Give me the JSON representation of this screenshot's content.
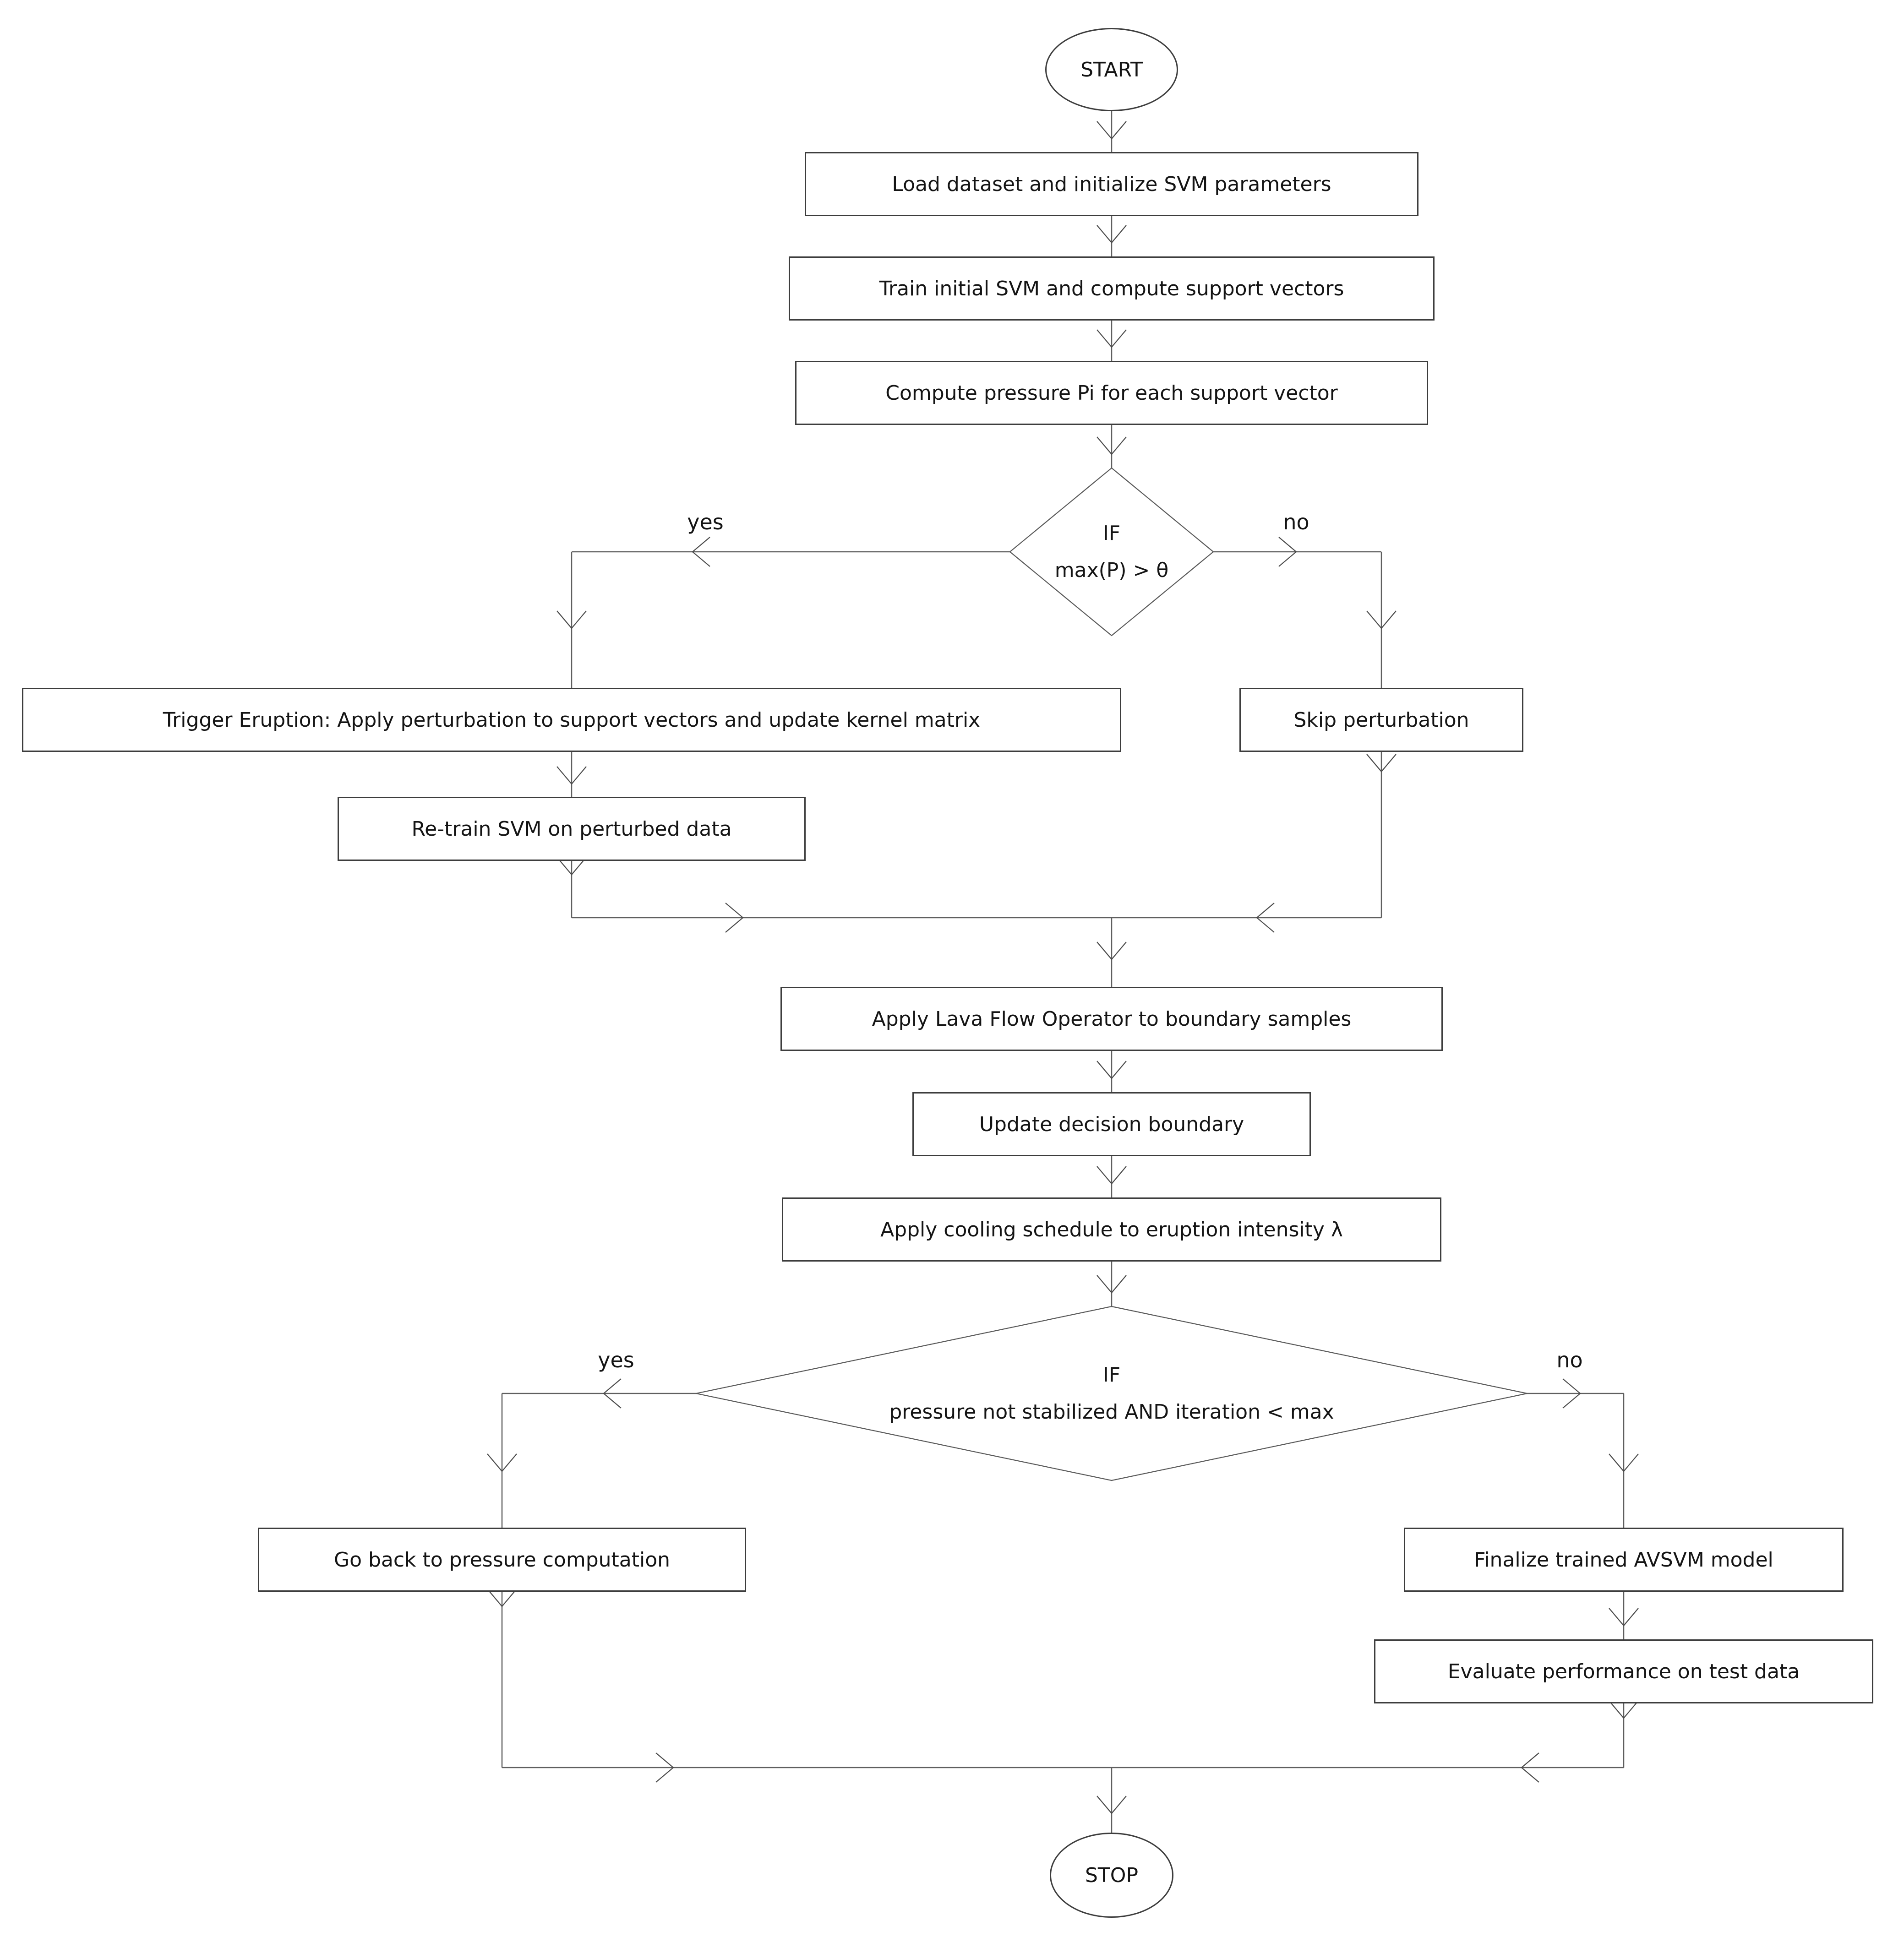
{
  "nodes": {
    "start": {
      "label": "START"
    },
    "load": {
      "label": "Load dataset and initialize SVM parameters"
    },
    "train": {
      "label": "Train initial SVM and compute support vectors"
    },
    "pressure": {
      "label": "Compute pressure Pi for each support vector"
    },
    "decision1": {
      "line1": "IF",
      "line2": "max(P) > θ"
    },
    "trigger": {
      "label": "Trigger Eruption: Apply perturbation to support vectors and update kernel matrix"
    },
    "skip": {
      "label": "Skip perturbation"
    },
    "retrain": {
      "label": "Re-train SVM on perturbed data"
    },
    "lava": {
      "label": "Apply Lava Flow Operator to boundary samples"
    },
    "update": {
      "label": "Update decision boundary"
    },
    "cooling": {
      "label": "Apply cooling schedule to eruption intensity λ"
    },
    "decision2": {
      "line1": "IF",
      "line2": "pressure not stabilized AND iteration < max"
    },
    "goback": {
      "label": "Go back to pressure computation"
    },
    "finalize": {
      "label": "Finalize trained AVSVM model"
    },
    "evaluate": {
      "label": "Evaluate performance on test data"
    },
    "stop": {
      "label": "STOP"
    }
  },
  "edge_labels": {
    "yes1": "yes",
    "no1": "no",
    "yes2": "yes",
    "no2": "no"
  },
  "edges": [
    {
      "from": "start",
      "to": "load",
      "label": ""
    },
    {
      "from": "load",
      "to": "train",
      "label": ""
    },
    {
      "from": "train",
      "to": "pressure",
      "label": ""
    },
    {
      "from": "pressure",
      "to": "decision1",
      "label": ""
    },
    {
      "from": "decision1",
      "to": "trigger",
      "label": "yes"
    },
    {
      "from": "decision1",
      "to": "skip",
      "label": "no"
    },
    {
      "from": "trigger",
      "to": "retrain",
      "label": ""
    },
    {
      "from": "retrain",
      "to": "lava",
      "label": ""
    },
    {
      "from": "skip",
      "to": "lava",
      "label": ""
    },
    {
      "from": "lava",
      "to": "update",
      "label": ""
    },
    {
      "from": "update",
      "to": "cooling",
      "label": ""
    },
    {
      "from": "cooling",
      "to": "decision2",
      "label": ""
    },
    {
      "from": "decision2",
      "to": "goback",
      "label": "yes"
    },
    {
      "from": "decision2",
      "to": "finalize",
      "label": "no"
    },
    {
      "from": "finalize",
      "to": "evaluate",
      "label": ""
    },
    {
      "from": "goback",
      "to": "stop",
      "label": ""
    },
    {
      "from": "evaluate",
      "to": "stop",
      "label": ""
    }
  ],
  "colors": {
    "background": "#ffffff",
    "connector": "#5f5f5f",
    "node_border": "#3d3d3d",
    "text": "#141414"
  }
}
